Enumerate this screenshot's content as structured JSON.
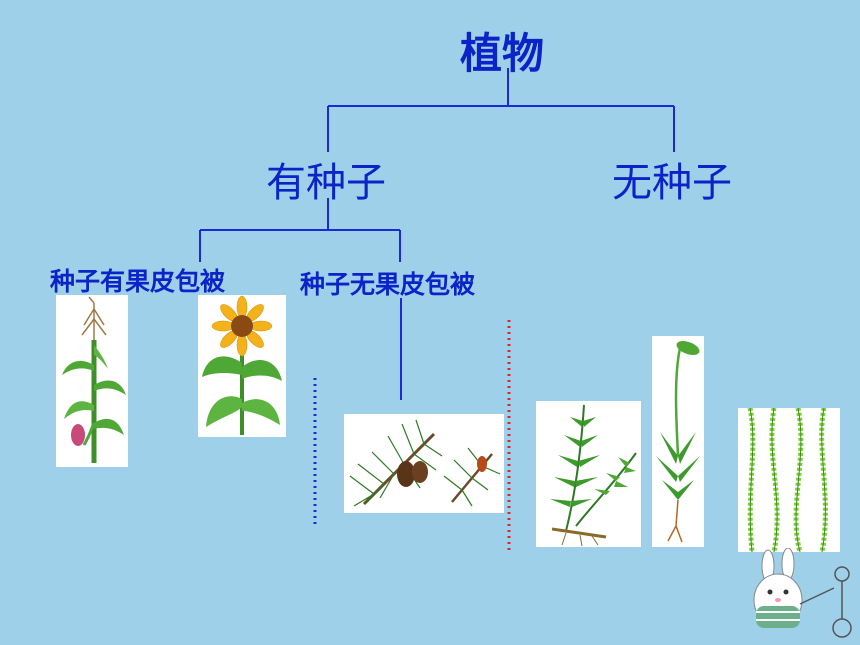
{
  "title": "植物",
  "level1": {
    "with_seed": "有种子",
    "without_seed": "无种子"
  },
  "level2": {
    "angiosperm": "种子有果皮包被",
    "gymnosperm": "种子无果皮包被"
  },
  "colors": {
    "background": "#9fd0ea",
    "tree_lines": "#1a2ad6",
    "text": "#0a24c8",
    "divider_blue": "#1a2ad6",
    "divider_red": "#d42a2a"
  },
  "plants": [
    "corn-plant",
    "sunflower-plant",
    "pine-branch",
    "fern-plant",
    "moss-plant",
    "spirogyra-algae"
  ],
  "mascot": "bunny-mascot"
}
